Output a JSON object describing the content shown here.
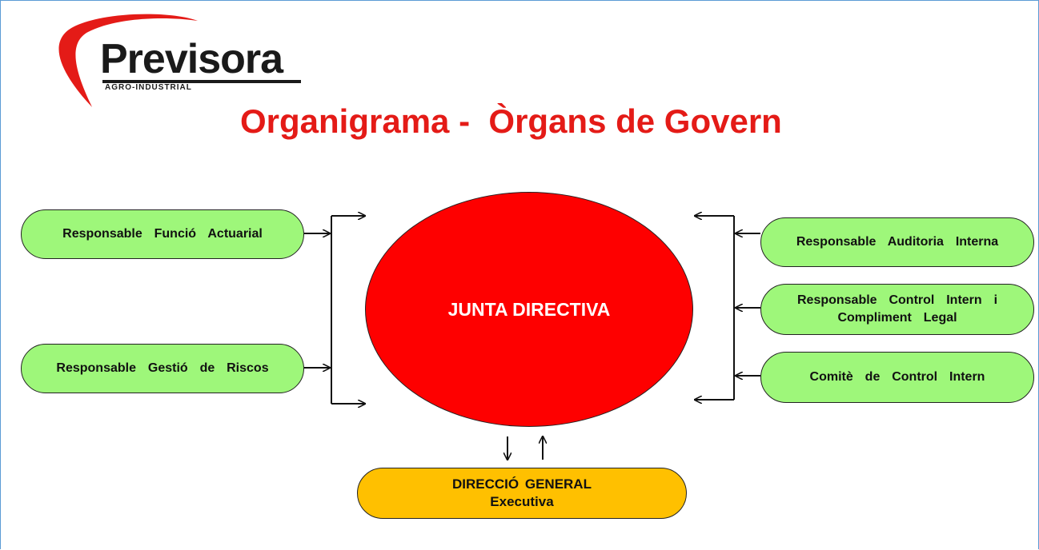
{
  "logo": {
    "word": "Previsora",
    "subtitle": "AGRO-INDUSTRIAL",
    "swoosh_color": "#e41b17"
  },
  "title": "Organigrama -  Òrgans de Govern",
  "central": {
    "label": "JUNTA DIRECTIVA",
    "color": "#fe0000"
  },
  "left_boxes": [
    {
      "label": "Responsable  Funció  Actuarial"
    },
    {
      "label": "Responsable  Gestió  de  Riscos"
    }
  ],
  "right_boxes": [
    {
      "label": "Responsable  Auditoria  Interna"
    },
    {
      "label_line1": "Responsable  Control  Intern  i",
      "label_line2": "Compliment  Legal"
    },
    {
      "label": "Comitè  de  Control  Intern"
    }
  ],
  "bottom_box": {
    "line1": "DIRECCIÓ GENERAL",
    "line2": "Executiva",
    "color": "#ffc000"
  },
  "colors": {
    "box_green": "#9ef77a",
    "frame": "#5b9bd5"
  }
}
